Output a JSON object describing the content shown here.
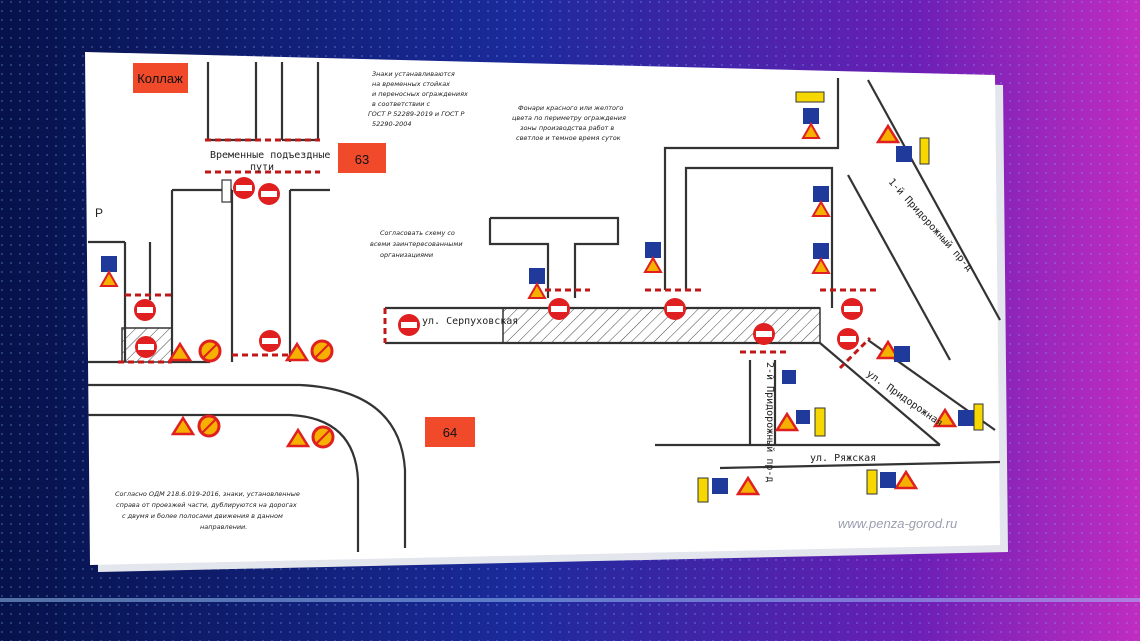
{
  "stamp": "Коллаж",
  "left_letter": "P",
  "lot_63": "63",
  "lot_64": "64",
  "temp_access_line1": "Временные подъездные",
  "temp_access_line2": "пути",
  "signs_note": [
    "Знаки устанавливаются",
    "на временных стойках",
    "и переносных ограждениях",
    "в соответствии с",
    "ГОСТ Р 52289-2019 и ГОСТ Р",
    "52290-2004"
  ],
  "lights_note": [
    "Фонари красного или желтого",
    "цвета по периметру ограждения",
    "зоны производства работ в",
    "светлое и темное время суток"
  ],
  "agree_note": [
    "Согласовать схему со",
    "всеми заинтересованными",
    "организациями"
  ],
  "odm_note": [
    "Согласно ОДМ 218.6.019-2016, знаки, установленные",
    "справа от проезжей части, дублируются на дорогах",
    "с двумя и более полосами движения в данном",
    "направлении."
  ],
  "streets": {
    "serpukhovskaya": "ул. Серпуховская",
    "pridorozhnaya": "ул. Придорожная",
    "ryazhskaya": "ул. Ряжская",
    "pr1": "1-й Придорожный пр-д",
    "pr2": "2-й Придорожный пр-д"
  },
  "watermark": "www.penza-gorod.ru",
  "colors": {
    "bg_dark": "#0a1860",
    "bg_magenta": "#9b1fb0",
    "sign_red": "#e02020",
    "sign_blue": "#1f3a9a",
    "stamp": "#f04a2a"
  }
}
